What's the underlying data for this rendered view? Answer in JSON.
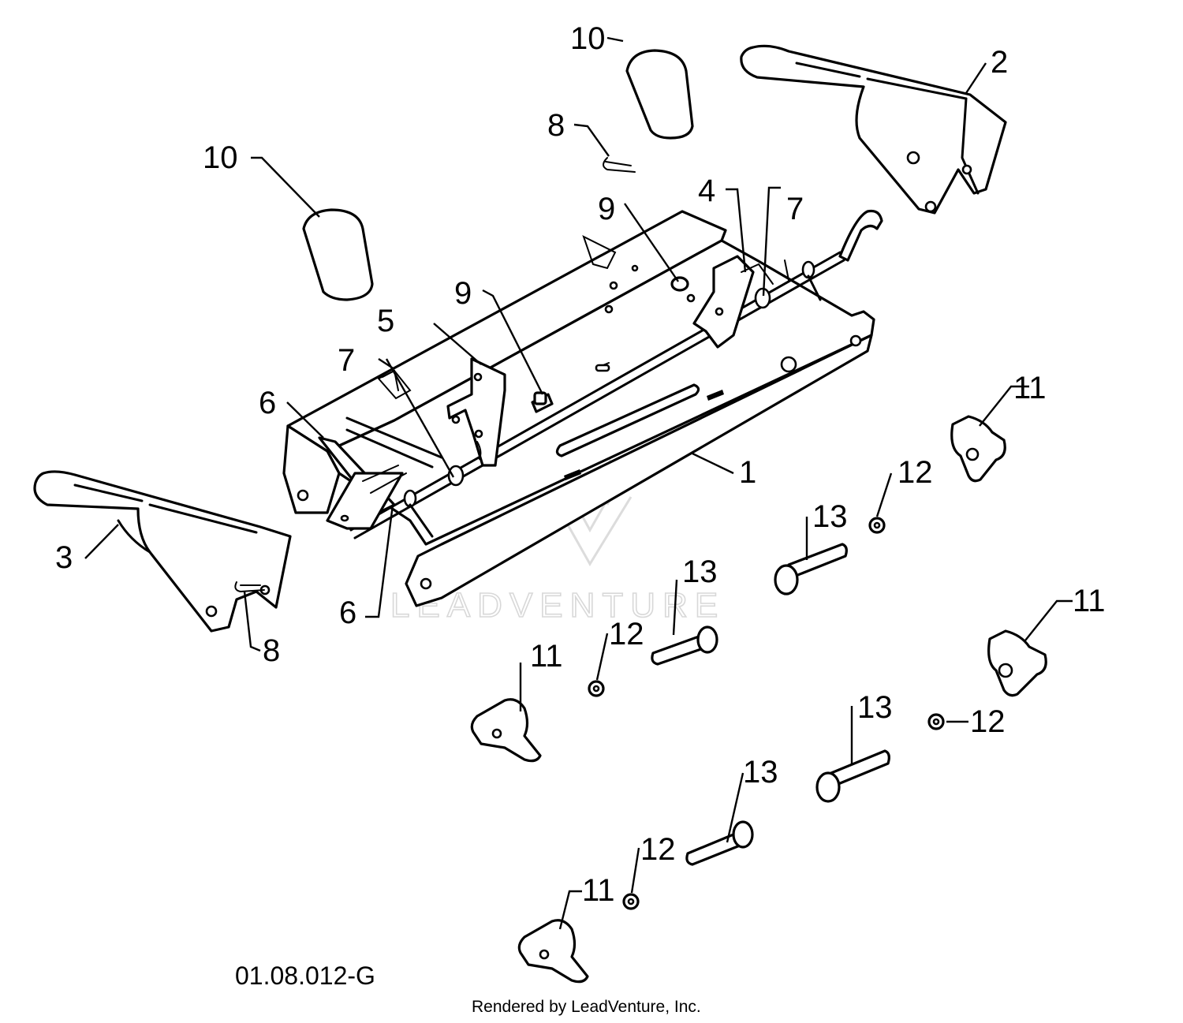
{
  "diagram": {
    "drawing_number": "01.08.012-G",
    "credit": "Rendered by LeadVenture, Inc.",
    "watermark": "LEADVENTURE",
    "callouts": [
      "1",
      "2",
      "3",
      "4",
      "5",
      "6",
      "6",
      "7",
      "7",
      "8",
      "8",
      "9",
      "9",
      "10",
      "10",
      "11",
      "11",
      "11",
      "11",
      "12",
      "12",
      "12",
      "12",
      "13",
      "13",
      "13",
      "13"
    ]
  }
}
